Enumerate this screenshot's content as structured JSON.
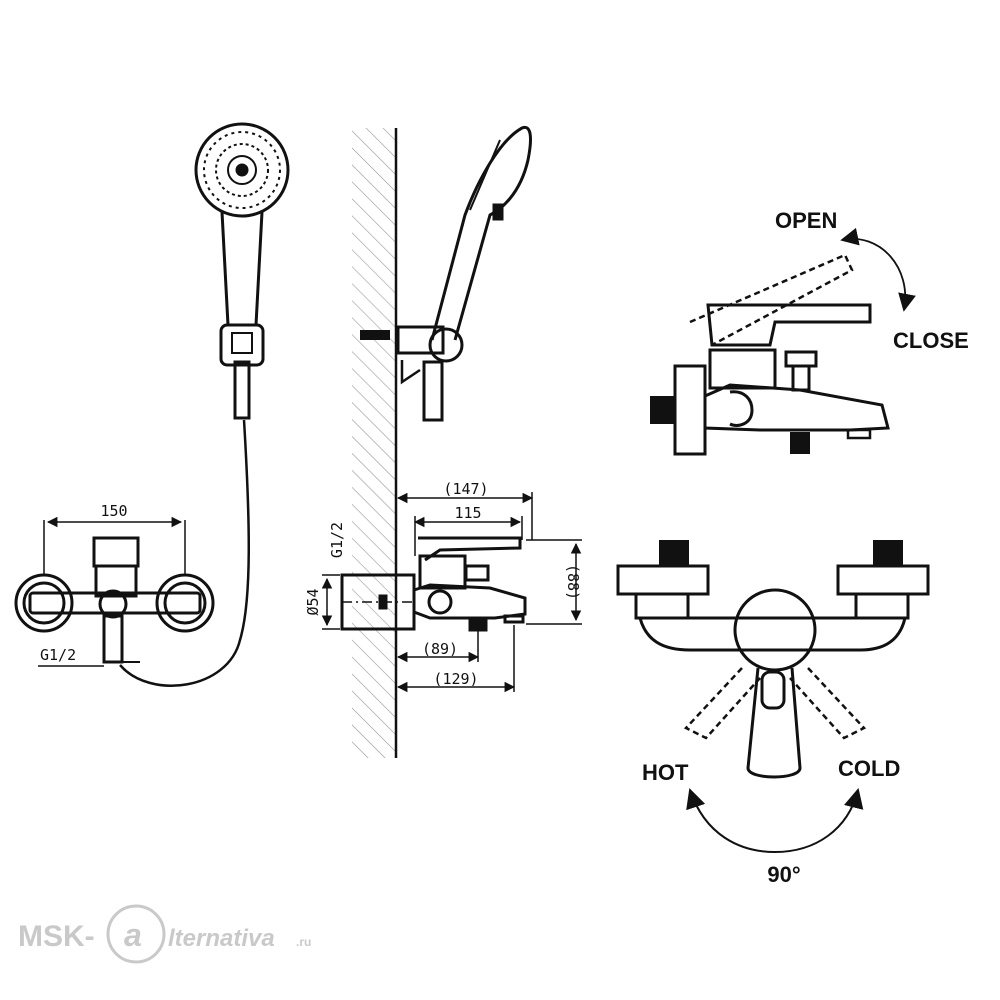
{
  "dimensions": {
    "front_width": "150",
    "front_inlet": "G1/2",
    "side_total": "(147)",
    "side_lever": "115",
    "side_height": "(88)",
    "side_spout": "(89)",
    "side_reach": "(129)",
    "side_inlet": "Ø54",
    "side_thread": "G1/2"
  },
  "labels": {
    "open": "OPEN",
    "close": "CLOSE",
    "hot": "HOT",
    "cold": "COLD",
    "angle": "90°"
  },
  "watermark": {
    "left": "MSK-",
    "right": "lternativa",
    "suffix": ".ru"
  }
}
